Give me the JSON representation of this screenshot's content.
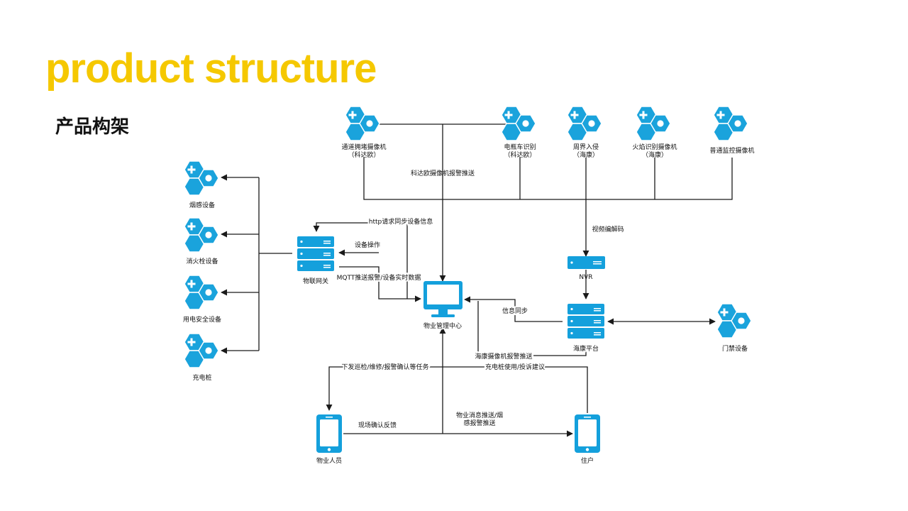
{
  "title": "product structure",
  "subtitle": "产品构架",
  "colors": {
    "accent": "#f5c800",
    "node": "#1aa3dc",
    "line": "#1a1a1a"
  },
  "nodes": {
    "cam_passage": "通道拥堵摄像机\n（科达欧）",
    "cam_ebike": "电瓶车识别\n（科达欧）",
    "cam_perimeter": "周界入侵\n（海康）",
    "cam_fire": "火焰识别摄像机\n（海康）",
    "cam_normal": "普通监控摄像机",
    "smoke": "烟感设备",
    "hydrant": "消火栓设备",
    "electric": "用电安全设备",
    "charger": "充电桩",
    "iot_gateway": "物联网关",
    "center": "物业管理中心",
    "nvr": "NVR",
    "hik_platform": "海康平台",
    "access": "门禁设备",
    "staff": "物业人员",
    "resident": "住户"
  },
  "edges": {
    "kedaou_push": "科达欧摄像机报警推送",
    "video_codec": "视频编解码",
    "http_sync": "http请求同步设备信息",
    "device_op": "设备操作",
    "mqtt_push": "MQTT推送报警/设备实时数据",
    "info_sync": "信息同步",
    "hik_push": "海康摄像机报警推送",
    "dispatch": "下发巡检/维修/报警确认等任务",
    "charger_feedback": "充电桩使用/投诉建议",
    "onsite_feedback": "现场确认反馈",
    "property_push": "物业消息推送/烟\n感报警推送"
  }
}
